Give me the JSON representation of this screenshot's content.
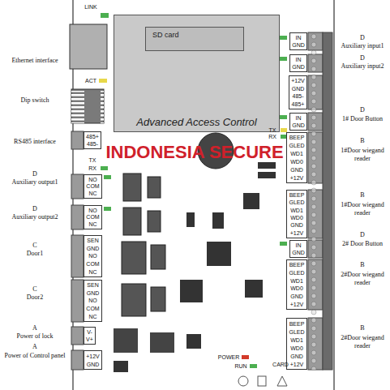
{
  "diagram": {
    "nodes": [
      {
        "text": [
          "Advanced Access Control"
        ]
      },
      {
        "text": [
          "SD card"
        ],
        "in": 0
      },
      {
        "text": [
          "IN",
          "GND"
        ]
      },
      {
        "text": [
          "IN",
          "GND"
        ]
      },
      {
        "text": [
          "+12V",
          "GND",
          "485-",
          "485+"
        ]
      },
      {
        "text": [
          "IN",
          "GND"
        ]
      },
      {
        "text": [
          "BEEP",
          "GLED",
          "WD1",
          "WD0",
          "GND",
          "+12V"
        ]
      },
      {
        "text": [
          "BEEP",
          "GLED",
          "WD1",
          "WD0",
          "GND",
          "+12V"
        ]
      },
      {
        "text": [
          "IN",
          "GND"
        ]
      },
      {
        "text": [
          "BEEP",
          "GLED",
          "WD1",
          "WD0",
          "GND",
          "+12V"
        ]
      },
      {
        "text": [
          "BEEP",
          "GLED",
          "WD1",
          "WD0",
          "GND",
          "+12V"
        ]
      },
      {
        "text": [
          "485+",
          "485-"
        ]
      },
      {
        "text": [
          "NO",
          "COM",
          "NC"
        ]
      },
      {
        "text": [
          "NO",
          "COM",
          "NC"
        ]
      },
      {
        "text": [
          "SEN",
          "GND",
          "NO",
          "COM",
          "NC"
        ]
      },
      {
        "text": [
          "SEN",
          "GND",
          "NO",
          "COM",
          "NC"
        ]
      },
      {
        "text": [
          "V-",
          "V+"
        ]
      },
      {
        "text": [
          "+12V",
          "GND"
        ]
      }
    ],
    "labels": [
      "Ethernet interface",
      "Dip switch",
      "RS485 interface",
      "D",
      "Auxiliary output1",
      "D",
      "Auxiliary output2",
      "C",
      "Door1",
      "C",
      "Door2",
      "A",
      "Power of lock",
      "A",
      "Power of Control panel",
      "D",
      "Auxiliary input1",
      "D",
      "Auxiliary input2",
      "D",
      "1# Door Button",
      "B",
      "1#Door wiegand reader",
      "B",
      "1#Door wiegand reader",
      "D",
      "2# Door Button",
      "B",
      "2#Door wiegand reader",
      "B",
      "2#Door wiegand reader",
      "LINK",
      "ACT",
      "TX",
      "RX",
      "TX",
      "RX",
      "POWER",
      "RUN",
      "CARD",
      "INDONESIA SECURE"
    ]
  }
}
